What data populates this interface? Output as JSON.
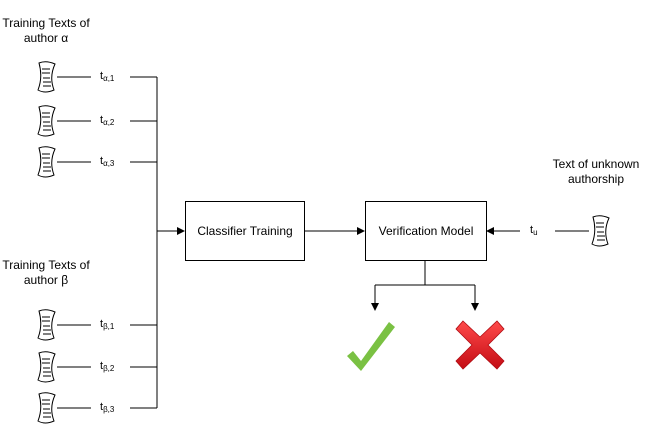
{
  "headings": {
    "alpha": "Training Texts of author α",
    "beta": "Training Texts of author β",
    "unknown": "Text of unknown authorship"
  },
  "labels": {
    "a1": {
      "base": "t",
      "sub": "α,1"
    },
    "a2": {
      "base": "t",
      "sub": "α,2"
    },
    "a3": {
      "base": "t",
      "sub": "α,3"
    },
    "b1": {
      "base": "t",
      "sub": "β,1"
    },
    "b2": {
      "base": "t",
      "sub": "β,2"
    },
    "b3": {
      "base": "t",
      "sub": "β,3"
    },
    "u": {
      "base": "t",
      "sub": "u"
    }
  },
  "boxes": {
    "classifier": "Classifier Training",
    "verification": "Verification Model"
  },
  "icons": {
    "document": "document-scroll-icon",
    "accept": "checkmark-icon",
    "reject": "cross-icon"
  },
  "colors": {
    "accept": "#7ac143",
    "reject": "#e01b24"
  }
}
